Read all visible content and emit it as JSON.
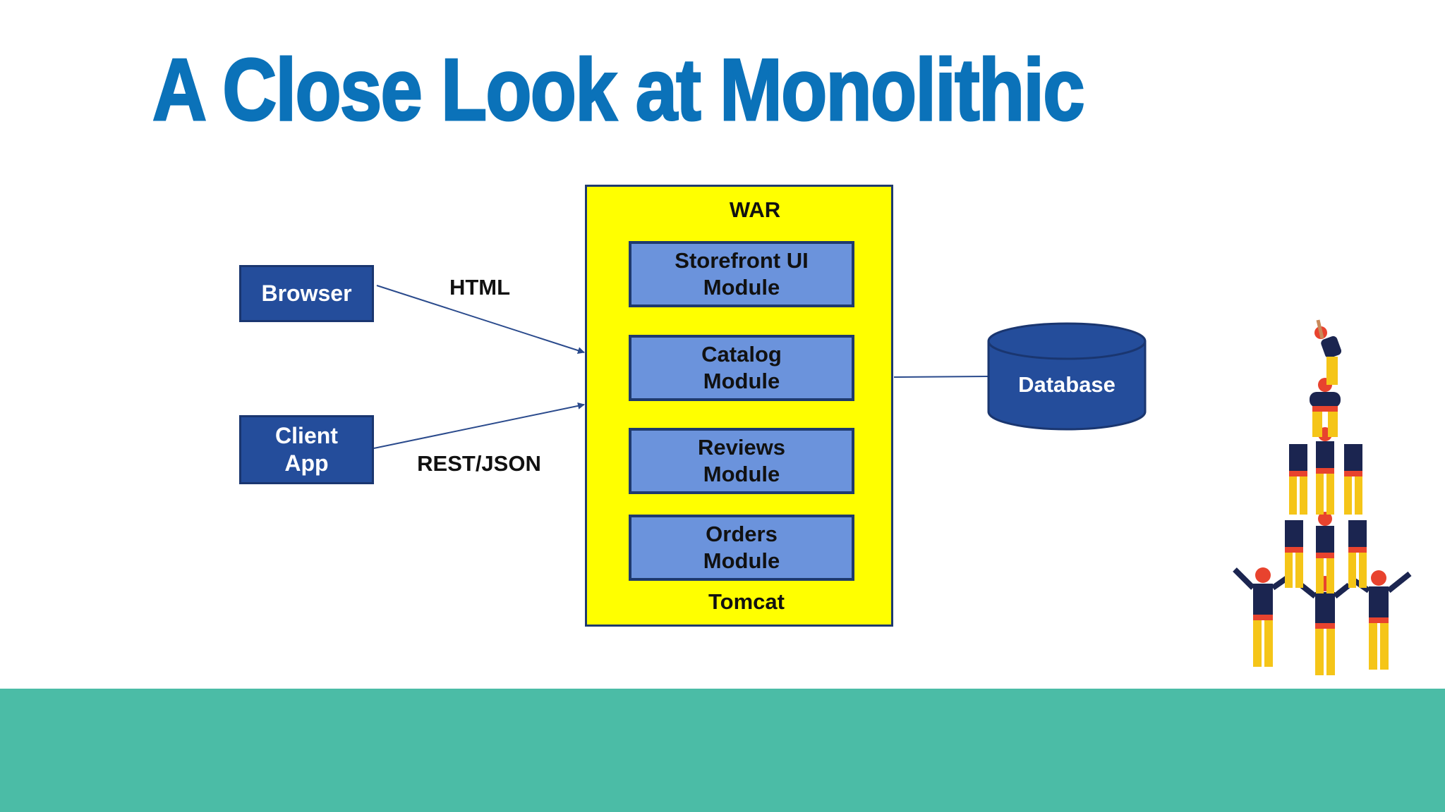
{
  "slide": {
    "title": "A Close Look at Monolithic"
  },
  "clients": {
    "browser": "Browser",
    "client_app_line1": "Client",
    "client_app_line2": "App"
  },
  "connections": {
    "html_label": "HTML",
    "rest_label": "REST/JSON"
  },
  "war": {
    "label": "WAR",
    "container_label": "Tomcat",
    "modules": [
      {
        "line1": "Storefront UI",
        "line2": "Module"
      },
      {
        "line1": "Catalog",
        "line2": "Module"
      },
      {
        "line1": "Reviews",
        "line2": "Module"
      },
      {
        "line1": "Orders",
        "line2": "Module"
      }
    ]
  },
  "database": {
    "label": "Database"
  },
  "colors": {
    "title": "#0b72b9",
    "client_box": "#244d9b",
    "war_box": "#ffff00",
    "module_box": "#6b93dc",
    "database": "#244d9b",
    "ground": "#4bbca6",
    "figure_pants": "#f5c518",
    "figure_shirt": "#1b2550",
    "figure_head": "#e8432e"
  },
  "icons": {
    "illustration": "human-tower-illustration-icon"
  }
}
